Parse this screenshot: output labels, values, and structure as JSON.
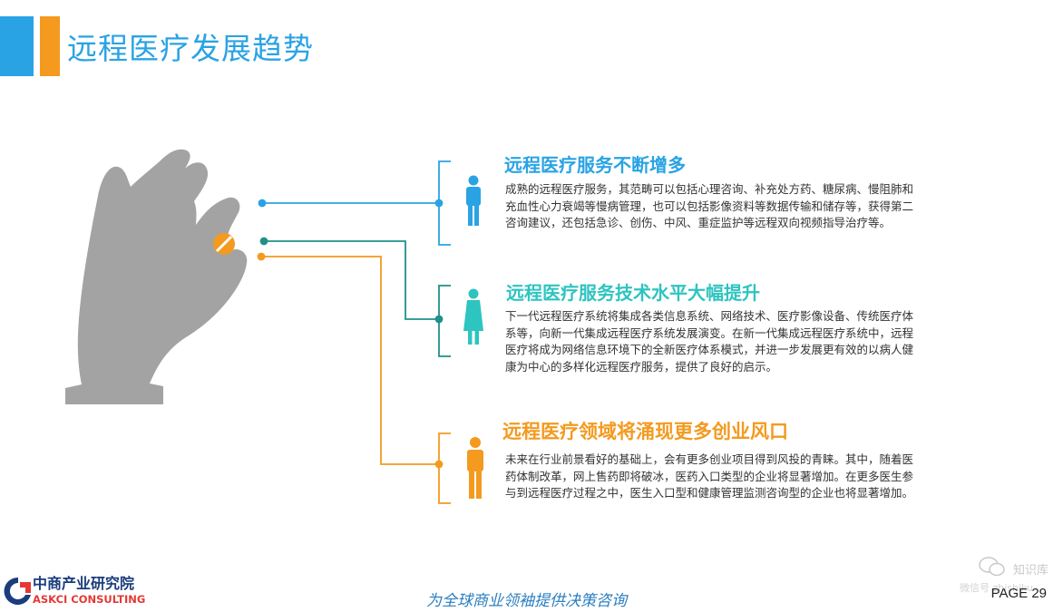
{
  "page": {
    "title": "远程医疗发展趋势",
    "page_label": "PAGE 29",
    "slogan": "为全球商业领袖提供决策咨询"
  },
  "logo": {
    "name_cn": "中商产业研究院",
    "name_en": "ASKCI CONSULTING"
  },
  "watermark": {
    "name": "知识库",
    "url": "微信号 zhishiku"
  },
  "colors": {
    "blue": "#2aa3e4",
    "teal": "#1f9188",
    "orange": "#f39a1f",
    "hand_gray": "#a3a3a3"
  },
  "trends": [
    {
      "heading": "远程医疗服务不断增多",
      "icon": "man-icon",
      "body": "成熟的远程医疗服务，其范畴可以包括心理咨询、补充处方药、糖尿病、慢阻肺和充血性心力衰竭等慢病管理，也可以包括影像资料等数据传输和储存等，获得第二咨询建议，还包括急诊、创伤、中风、重症监护等远程双向视频指导治疗等。"
    },
    {
      "heading": "远程医疗服务技术水平大幅提升",
      "icon": "woman-icon",
      "body": "下一代远程医疗系统将集成各类信息系统、网络技术、医疗影像设备、传统医疗体系等，向新一代集成远程医疗系统发展演变。在新一代集成远程医疗系统中，远程医疗将成为网络信息环境下的全新医疗体系模式，并进一步发展更有效的以病人健康为中心的多样化远程医疗服务，提供了良好的启示。"
    },
    {
      "heading": "远程医疗领域将涌现更多创业风口",
      "icon": "man-icon",
      "body": "未来在行业前景看好的基础上，会有更多创业项目得到风投的青睐。其中，随着医药体制改革，网上售药即将破冰，医药入口类型的企业将显著增加。在更多医生参与到远程医疗过程之中，医生入口型和健康管理监测咨询型的企业也将显著增加。"
    }
  ]
}
